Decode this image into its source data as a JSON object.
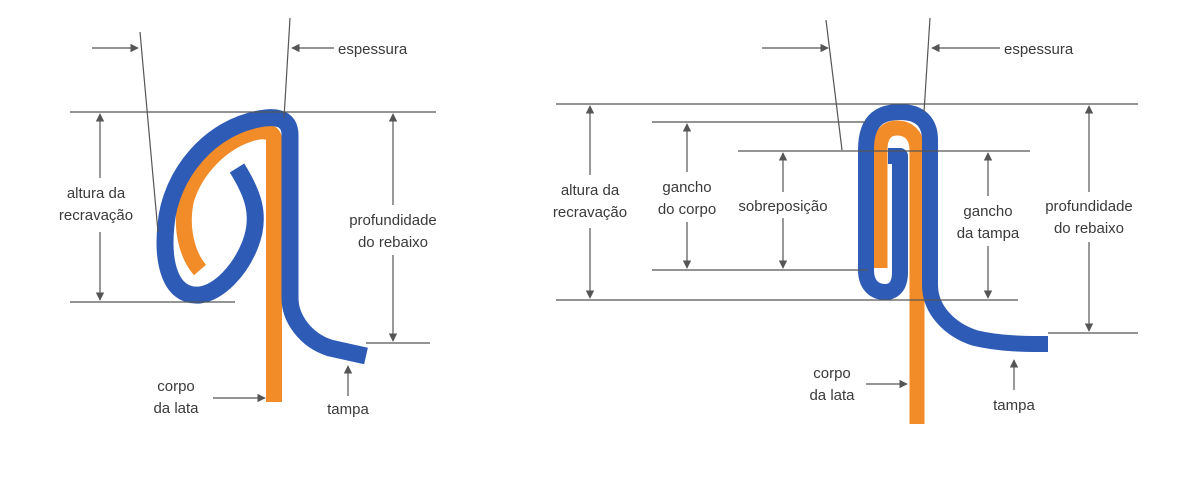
{
  "colors": {
    "lid": "#2E5BB5",
    "body": "#F28C28",
    "line": "#555555",
    "text": "#3a3a3a"
  },
  "left_diagram": {
    "thickness_label": "espessura",
    "seam_height_label": [
      "altura da",
      "recravação"
    ],
    "countersink_depth_label": [
      "profundidade",
      "do rebaixo"
    ],
    "can_body_label": [
      "corpo",
      "da lata"
    ],
    "lid_label": "tampa"
  },
  "right_diagram": {
    "thickness_label": "espessura",
    "seam_height_label": [
      "altura da",
      "recravação"
    ],
    "body_hook_label": [
      "gancho",
      "do corpo"
    ],
    "overlap_label": "sobreposição",
    "lid_hook_label": [
      "gancho",
      "da tampa"
    ],
    "countersink_depth_label": [
      "profundidade",
      "do rebaixo"
    ],
    "can_body_label": [
      "corpo",
      "da lata"
    ],
    "lid_label": "tampa"
  }
}
